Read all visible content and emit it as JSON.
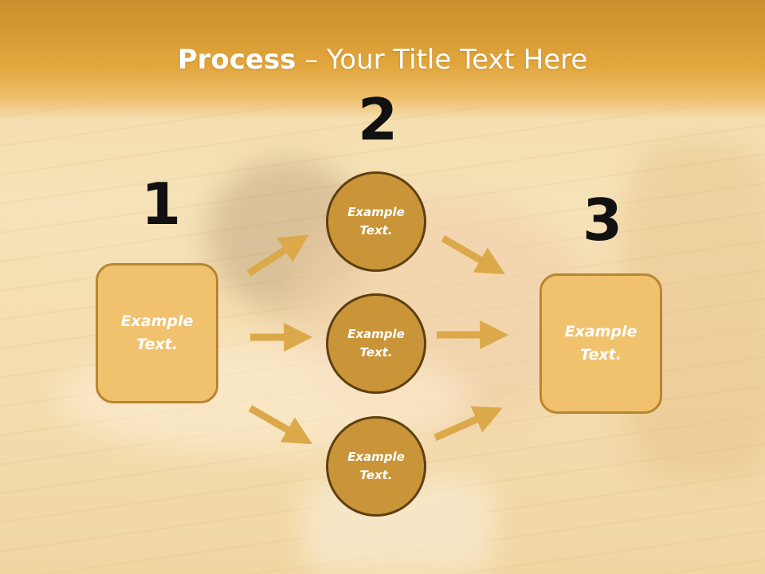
{
  "header": {
    "title_bold": "Process",
    "title_rest": " – Your Title Text Here"
  },
  "steps": [
    {
      "number": "1",
      "box_text": [
        "Example",
        "Text."
      ]
    },
    {
      "number": "2",
      "circles": [
        [
          "Example",
          "Text."
        ],
        [
          "Example",
          "Text."
        ],
        [
          "Example",
          "Text."
        ]
      ]
    },
    {
      "number": "3",
      "box_text": [
        "Example",
        "Text."
      ]
    }
  ],
  "colors": {
    "header": "#e2a63c",
    "box_fill": "#f0c26d",
    "box_border": "#b88532",
    "circle_fill": "#c99538",
    "circle_border": "#5e3f12",
    "arrow": "#dba94a"
  }
}
